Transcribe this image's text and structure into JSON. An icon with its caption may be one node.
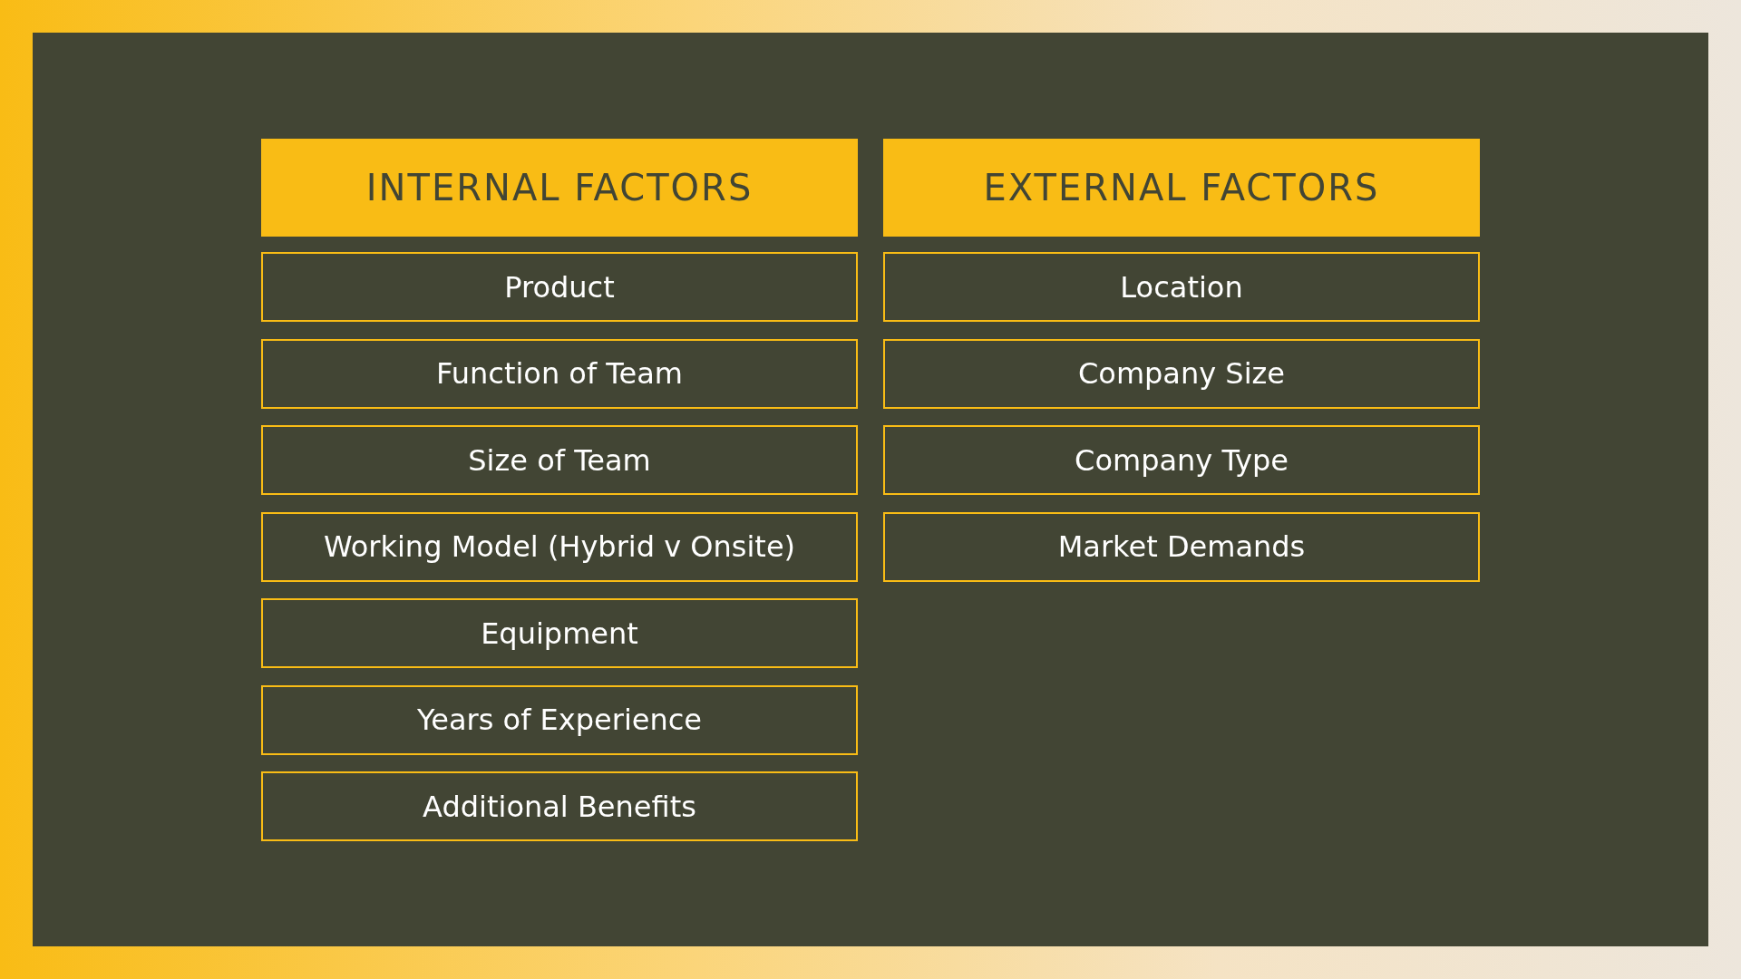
{
  "diagram": {
    "nodes": [
      {
        "text": [
          "INTERNAL FACTORS"
        ]
      },
      {
        "text": [
          "Product"
        ]
      },
      {
        "text": [
          "Function of Team"
        ]
      },
      {
        "text": [
          "Size of Team"
        ]
      },
      {
        "text": [
          "Working Model (Hybrid v Onsite)"
        ]
      },
      {
        "text": [
          "Equipment"
        ]
      },
      {
        "text": [
          "Years of Experience"
        ]
      },
      {
        "text": [
          "Additional Benefits"
        ]
      },
      {
        "text": [
          "EXTERNAL FACTORS"
        ]
      },
      {
        "text": [
          "Location"
        ]
      },
      {
        "text": [
          "Company Size"
        ]
      },
      {
        "text": [
          "Company Type"
        ]
      },
      {
        "text": [
          "Market Demands"
        ]
      }
    ]
  }
}
